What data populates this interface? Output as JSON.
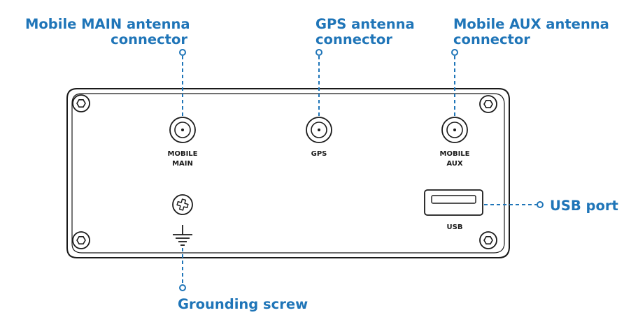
{
  "accent_color": "#1f75b8",
  "callouts": {
    "mobile_main": [
      "Mobile MAIN antenna",
      "connector"
    ],
    "gps": [
      "GPS antenna",
      "connector"
    ],
    "mobile_aux": [
      "Mobile AUX antenna",
      "connector"
    ],
    "usb": "USB port",
    "grounding": "Grounding screw"
  },
  "panel_labels": {
    "mobile_main": [
      "MOBILE",
      "MAIN"
    ],
    "gps": "GPS",
    "mobile_aux": [
      "MOBILE",
      "AUX"
    ],
    "usb": "USB"
  },
  "icons": {
    "mounting": "hex-screw-icon",
    "antenna": "sma-connector-icon",
    "ground_screw": "phillips-screw-icon",
    "ground_symbol": "ground-symbol-icon",
    "usb": "usb-port-icon"
  }
}
